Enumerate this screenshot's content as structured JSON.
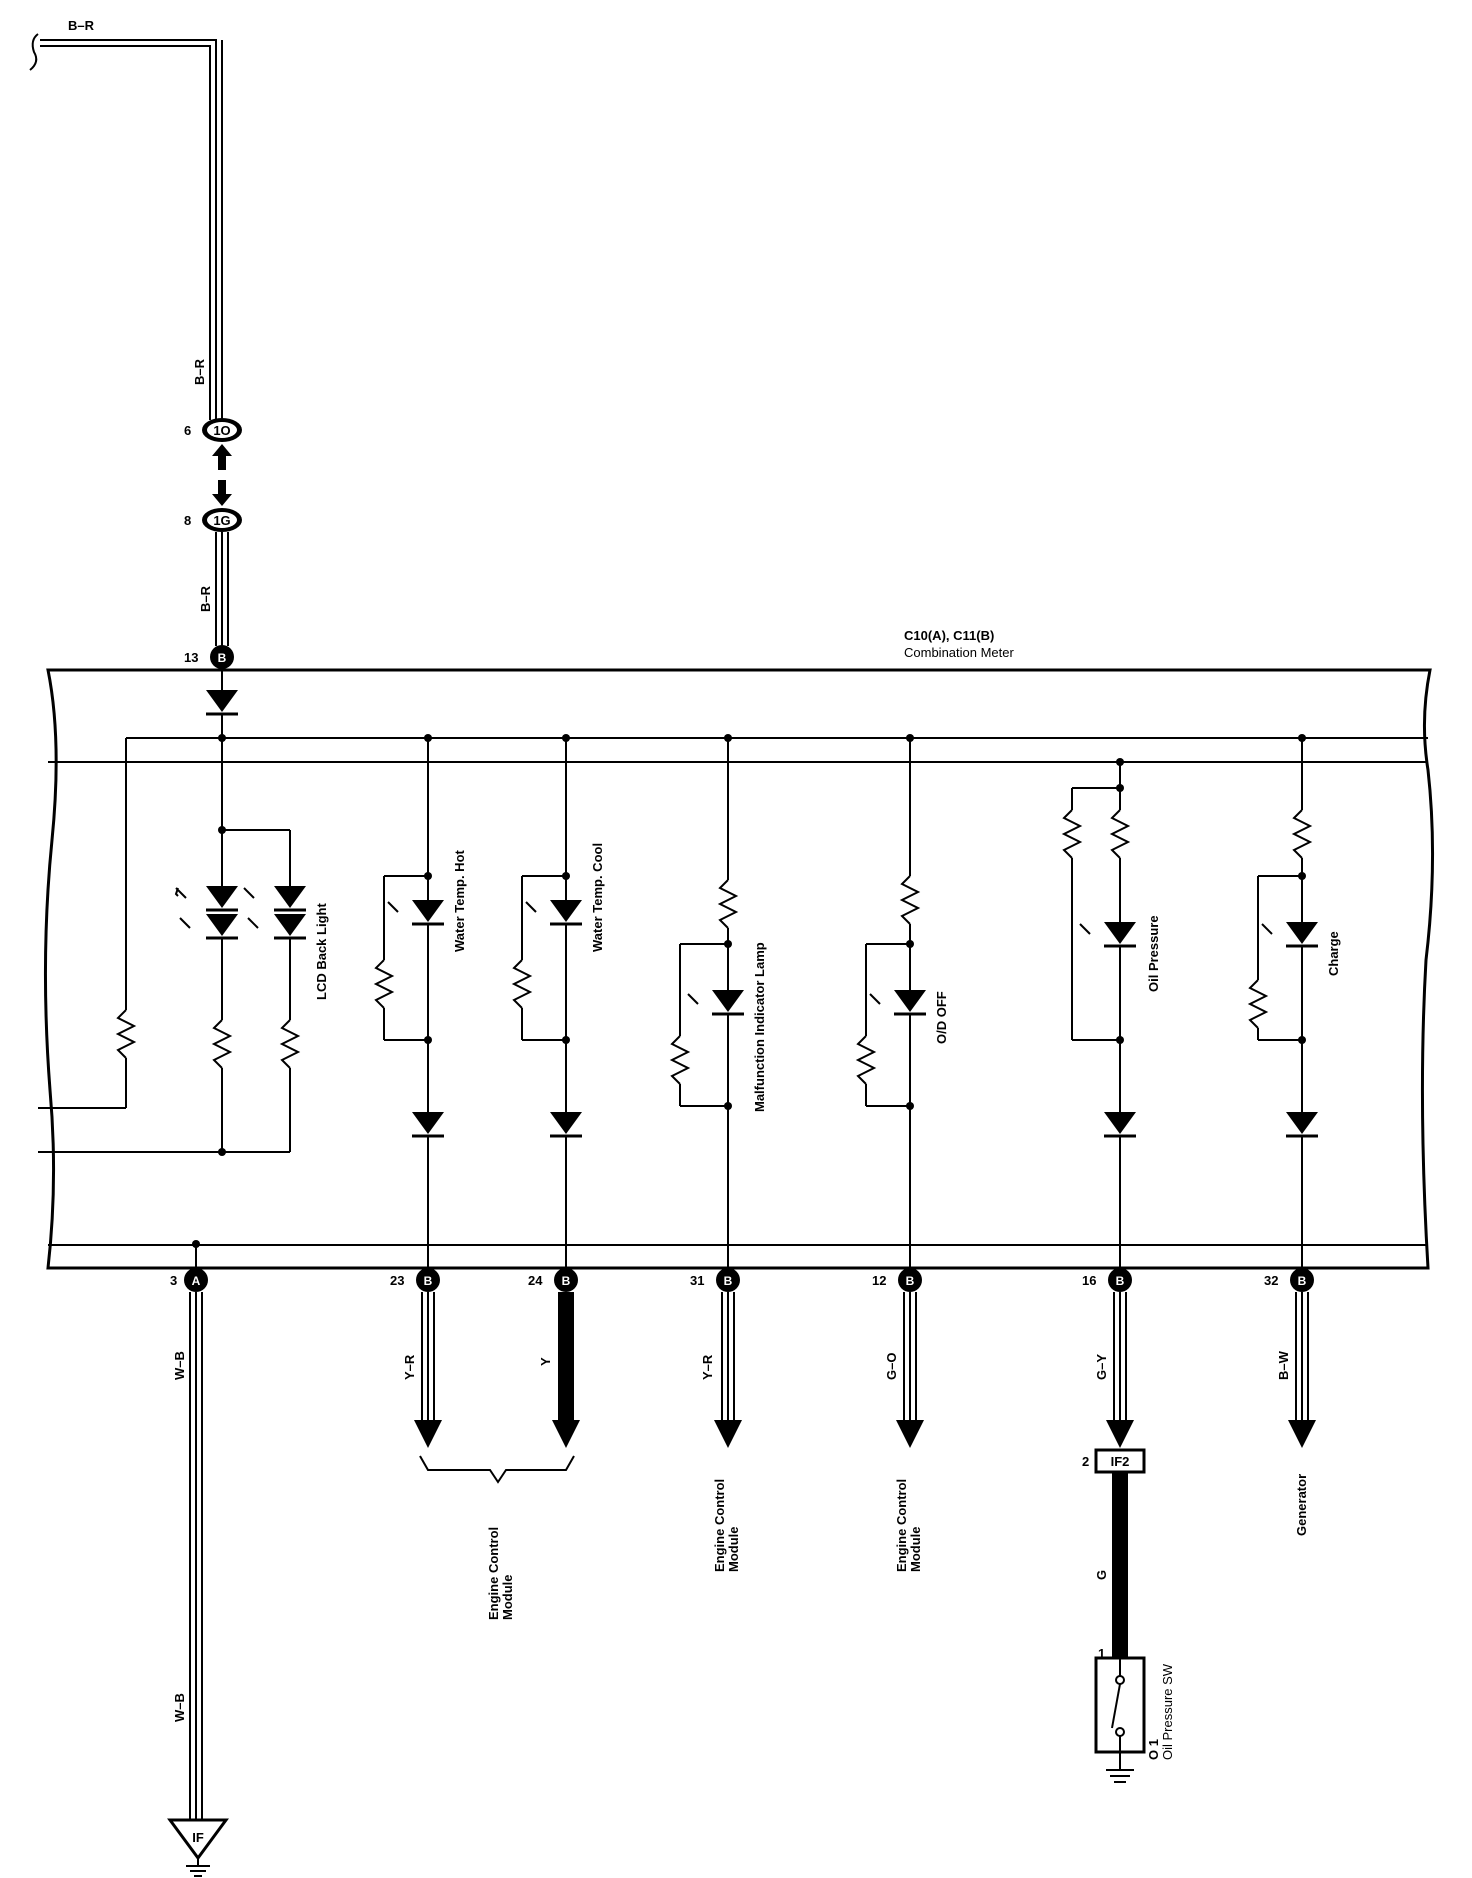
{
  "wires": {
    "top_br": "B–R",
    "br_mid": "B–R",
    "br_low": "B–R",
    "wb_upper": "W–B",
    "wb_lower": "W–B",
    "yr_23": "Y–R",
    "y_24": "Y",
    "yr_31": "Y–R",
    "go_12": "G–O",
    "gy_16": "G–Y",
    "g_sw": "G",
    "bw_32": "B–W"
  },
  "junctions": {
    "j1o": {
      "pin": "6",
      "code": "1O"
    },
    "j1g": {
      "pin": "8",
      "code": "1G"
    }
  },
  "meter": {
    "title": "C10(A), C11(B)",
    "name": "Combination Meter",
    "power_pin": {
      "pin": "13",
      "code": "B"
    },
    "ground_pin": {
      "pin": "3",
      "code": "A"
    }
  },
  "indicators": [
    {
      "label": "LCD Back Light"
    },
    {
      "label": "Water Temp.  Hot",
      "pin": "23",
      "code": "B",
      "dest": ""
    },
    {
      "label": "Water Temp.  Cool",
      "pin": "24",
      "code": "B",
      "dest": ""
    },
    {
      "label": "Malfunction Indicator Lamp",
      "pin": "31",
      "code": "B",
      "dest1": "Engine Control",
      "dest2": "Module"
    },
    {
      "label": "O/D OFF",
      "pin": "12",
      "code": "B",
      "dest1": "Engine Control",
      "dest2": "Module"
    },
    {
      "label": "Oil Pressure",
      "pin": "16",
      "code": "B"
    },
    {
      "label": "Charge",
      "pin": "32",
      "code": "B",
      "dest1": "Generator"
    }
  ],
  "ecm_group": {
    "line1": "Engine Control",
    "line2": "Module"
  },
  "connector_if2": {
    "pin": "2",
    "code": "IF2"
  },
  "oil_switch": {
    "pin": "1",
    "id": "O 1",
    "name": "Oil Pressure SW"
  },
  "ground_if": {
    "code": "IF"
  }
}
